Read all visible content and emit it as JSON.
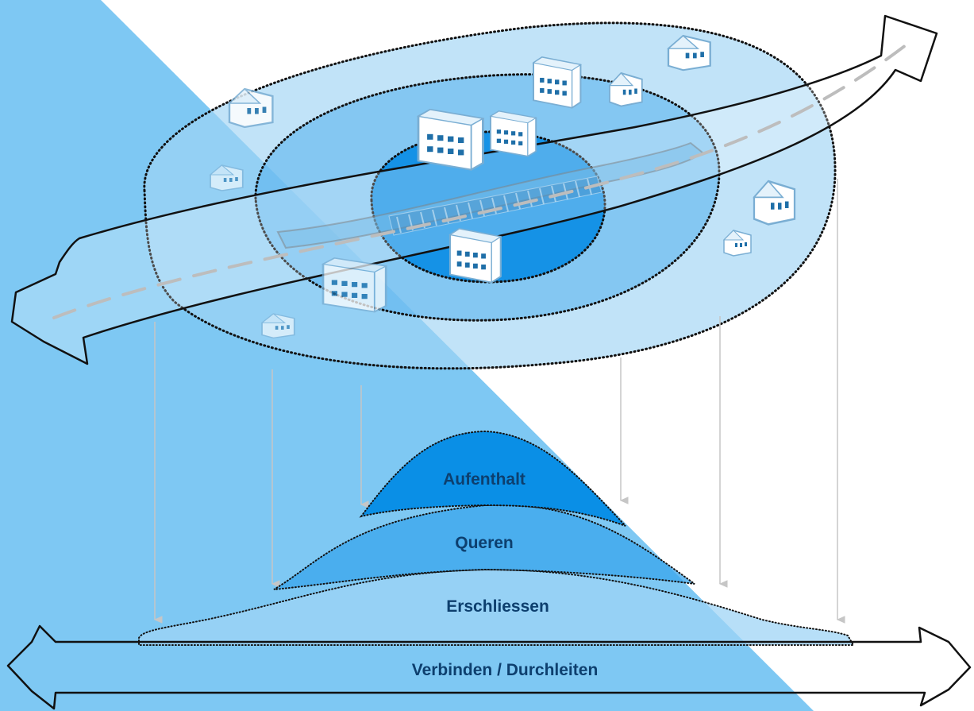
{
  "labels": {
    "aufenthalt": "Aufenthalt",
    "queren": "Queren",
    "erschliessen": "Erschliessen",
    "verbinden": "Verbinden / Durchleiten"
  },
  "colors": {
    "background_blue": "#7ec8f3",
    "zone_outer": "#9fd4f5",
    "zone_middle": "#5cb4ee",
    "zone_inner": "#1592e6",
    "curve_upper": "#0a8fe6",
    "curve_middle": "#3aa6ec",
    "curve_lower": "#7ec8f3",
    "label_text": "#0d3f6e",
    "arrow_gray": "#c6c6c6",
    "outline": "#111111"
  },
  "icons": {
    "buildings": "building-icon",
    "houses": "house-icon"
  }
}
